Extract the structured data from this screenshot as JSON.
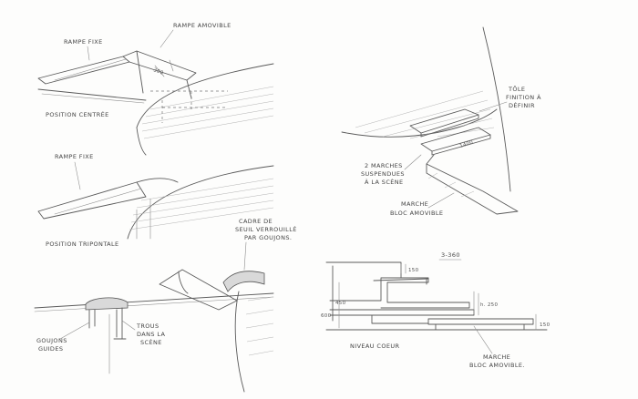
{
  "labels": {
    "rampe_fixe_1": "RAMPE FIXE",
    "rampe_amovible": "RAMPE AMOVIBLE",
    "dim_300": "300",
    "position_centree": "POSITION CENTRÉE",
    "rampe_fixe_2": "RAMPE FIXE",
    "position_tripontale": "POSITION TRIPONTALE",
    "cadre_1": "CADRE DE",
    "cadre_2": "SEUIL VERROUILLÉ",
    "cadre_3": "PAR GOUJONS.",
    "goujons_1": "GOUJONS",
    "goujons_2": "GUIDES",
    "trous_1": "TROUS",
    "trous_2": "DANS LA",
    "trous_3": "SCÈNE",
    "tole_1": "TÔLE",
    "tole_2": "FINITION À",
    "tole_3": "DÉFINIR",
    "marches_1": "2 MARCHES",
    "marches_2": "SUSPENDUES",
    "marches_3": "À LA SCÈNE",
    "dim_1400": "1400",
    "marche_bloc_1": "MARCHE",
    "marche_bloc_2": "BLOC AMOVIBLE",
    "scale": "3-360",
    "dim_150a": "150",
    "dim_450": "450",
    "dim_600": "600",
    "dim_h250": "h. 250",
    "dim_150b": "150",
    "niveau_coeur": "NIVEAU COEUR",
    "marche_bloc_3": "MARCHE",
    "marche_bloc_4": "BLOC AMOVIBLE."
  }
}
